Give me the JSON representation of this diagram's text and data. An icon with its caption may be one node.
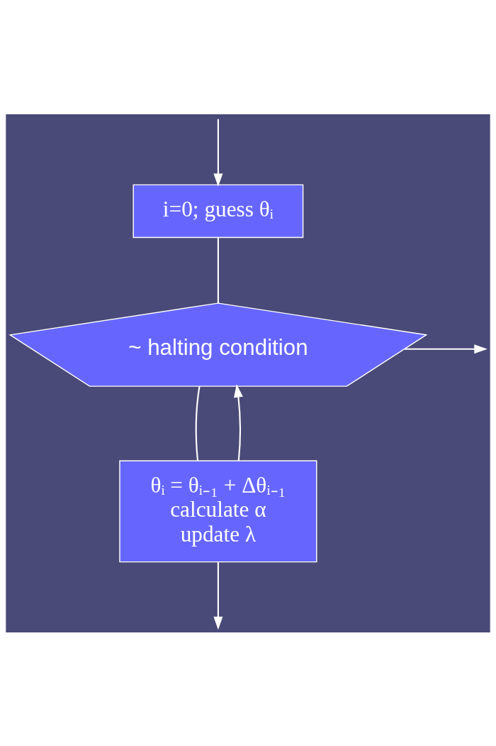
{
  "diagram": {
    "nodes": [
      {
        "text": [
          "i=0; guess θᵢ"
        ]
      },
      {
        "text": [
          "~ halting condition"
        ]
      },
      {
        "text": [
          "θᵢ = θᵢ₋₁ + Δθᵢ₋₁",
          "calculate α",
          "update λ"
        ]
      }
    ],
    "edges": [
      {
        "from": null,
        "to": 0,
        "arrow": "to"
      },
      {
        "from": 0,
        "to": 1,
        "arrow": "none"
      },
      {
        "from": 1,
        "to": null,
        "arrow": "to"
      },
      {
        "from": 1,
        "to": 2,
        "arrow": "none"
      },
      {
        "from": 2,
        "to": 1,
        "arrow": "to"
      },
      {
        "from": 2,
        "to": null,
        "arrow": "to"
      }
    ]
  }
}
